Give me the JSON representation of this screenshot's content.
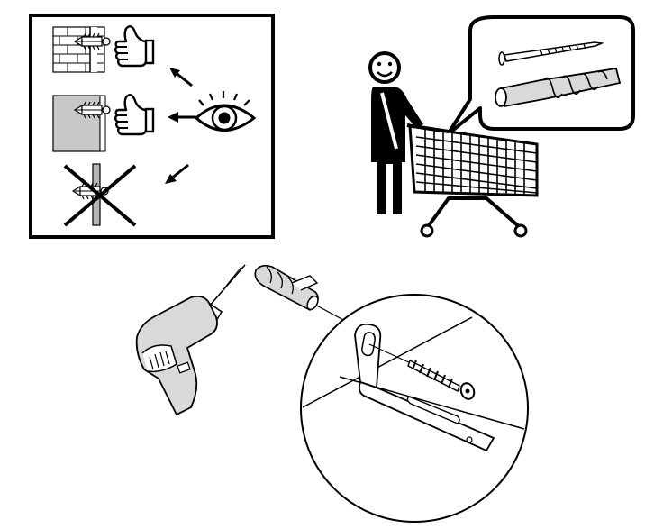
{
  "colors": {
    "ink": "#000000",
    "paper": "#ffffff",
    "panel_gray": "#c8c8c8",
    "tool_gray": "#d9d9d9",
    "wall_gray": "#b4b4b4"
  },
  "panels": {
    "wall_guide": {
      "rows": [
        {
          "wall": "brick-wall",
          "verdict": "thumbs-up"
        },
        {
          "wall": "plasterboard-wall",
          "verdict": "thumbs-up",
          "inspect": "eye"
        },
        {
          "wall": "thin-partition",
          "verdict": "not-suitable-cross"
        }
      ]
    },
    "shopping": {
      "figure": "person-with-cart",
      "bubble_items": [
        "screw-icon",
        "wall-plug-icon"
      ]
    },
    "installation": {
      "tools": [
        "drill-icon",
        "wall-plug-icon",
        "screw-icon"
      ],
      "detail": "wall-bracket"
    }
  }
}
